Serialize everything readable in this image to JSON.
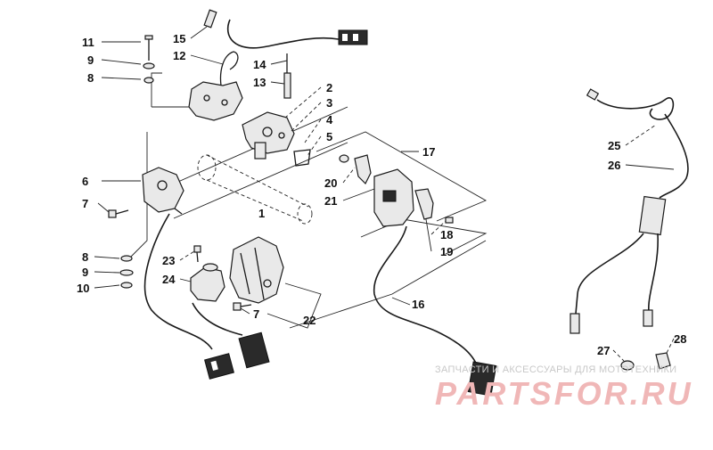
{
  "diagram": {
    "callouts": [
      {
        "id": "c11",
        "text": "11"
      },
      {
        "id": "c9a",
        "text": "9"
      },
      {
        "id": "c8a",
        "text": "8"
      },
      {
        "id": "c15",
        "text": "15"
      },
      {
        "id": "c12",
        "text": "12"
      },
      {
        "id": "c14",
        "text": "14"
      },
      {
        "id": "c13",
        "text": "13"
      },
      {
        "id": "c2",
        "text": "2"
      },
      {
        "id": "c3",
        "text": "3"
      },
      {
        "id": "c4",
        "text": "4"
      },
      {
        "id": "c5",
        "text": "5"
      },
      {
        "id": "c6",
        "text": "6"
      },
      {
        "id": "c7a",
        "text": "7"
      },
      {
        "id": "c1",
        "text": "1"
      },
      {
        "id": "c17",
        "text": "17"
      },
      {
        "id": "c20",
        "text": "20"
      },
      {
        "id": "c21",
        "text": "21"
      },
      {
        "id": "c18",
        "text": "18"
      },
      {
        "id": "c19",
        "text": "19"
      },
      {
        "id": "c8b",
        "text": "8"
      },
      {
        "id": "c9b",
        "text": "9"
      },
      {
        "id": "c10",
        "text": "10"
      },
      {
        "id": "c23",
        "text": "23"
      },
      {
        "id": "c24",
        "text": "24"
      },
      {
        "id": "c7b",
        "text": "7"
      },
      {
        "id": "c22",
        "text": "22"
      },
      {
        "id": "c16",
        "text": "16"
      },
      {
        "id": "c25",
        "text": "25"
      },
      {
        "id": "c26",
        "text": "26"
      },
      {
        "id": "c27",
        "text": "27"
      },
      {
        "id": "c28",
        "text": "28"
      }
    ]
  },
  "watermark": {
    "top_text": "ЗАПЧАСТИ И АКСЕССУАРЫ ДЛЯ МОТОТЕХНИКИ",
    "brand_text": "PARTSFOR.RU"
  },
  "colors": {
    "line": "#1a1a1a",
    "watermark_brand": "#f0b7b7",
    "watermark_top": "#c8c8c8"
  }
}
